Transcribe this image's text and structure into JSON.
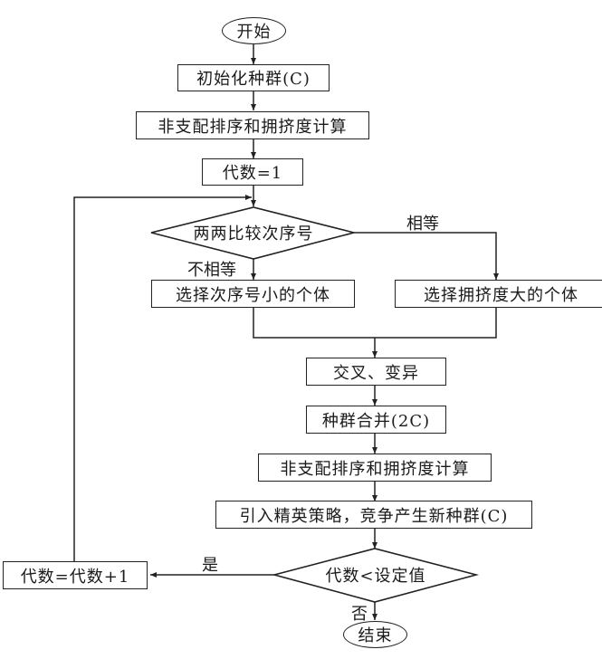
{
  "diagram": {
    "nodes": {
      "start": "开始",
      "init_population": "初始化种群(C)",
      "nondominated_sort_1": "非支配排序和拥挤度计算",
      "generation_init": "代数=1",
      "compare_rank": "两两比较次序号",
      "select_lower_rank": "选择次序号小的个体",
      "select_higher_crowding": "选择拥挤度大的个体",
      "crossover_mutation": "交叉、变异",
      "merge_population": "种群合并(2C)",
      "nondominated_sort_2": "非支配排序和拥挤度计算",
      "elitism": "引入精英策略，竞争产生新种群(C)",
      "generation_check": "代数<设定值",
      "generation_increment": "代数=代数+1",
      "end": "结束"
    },
    "edge_labels": {
      "equal": "相等",
      "not_equal": "不相等",
      "yes": "是",
      "no": "否"
    },
    "colors": {
      "line": "#222222",
      "background": "#ffffff"
    }
  }
}
